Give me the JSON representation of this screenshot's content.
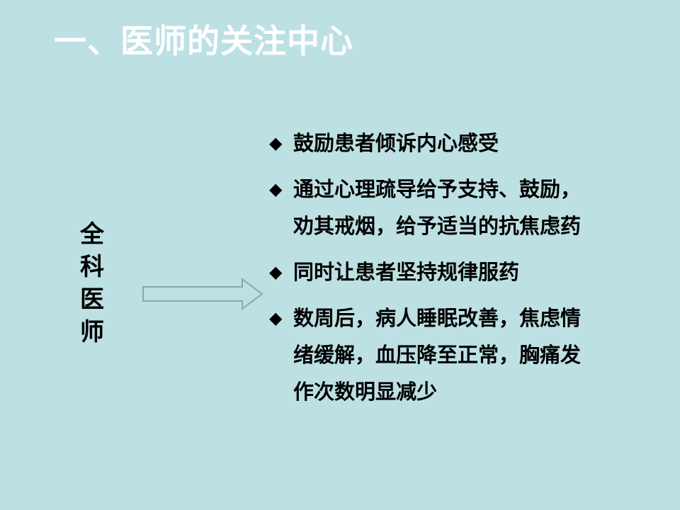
{
  "slide": {
    "title": "一、医师的关注中心",
    "side_label": "全科医师",
    "bullet_glyph": "◆",
    "bullets": [
      {
        "lines": [
          "鼓励患者倾诉内心感受"
        ]
      },
      {
        "lines": [
          "通过心理疏导给予支持、鼓励，",
          "劝其戒烟，给予适当的抗焦虑药"
        ]
      },
      {
        "lines": [
          "同时让患者坚持规律服药"
        ]
      },
      {
        "lines": [
          "数周后，病人睡眠改善，焦虑情",
          "绪缓解，血压降至正常，胸痛发",
          "作次数明显减少"
        ]
      }
    ]
  },
  "colors": {
    "background": "#bde0e3",
    "title": "#ffffff",
    "text": "#000000",
    "arrow_stroke": "#8aa8aa"
  },
  "icons": {
    "arrow": "right-block-arrow-icon",
    "bullet": "diamond-bullet-icon"
  }
}
